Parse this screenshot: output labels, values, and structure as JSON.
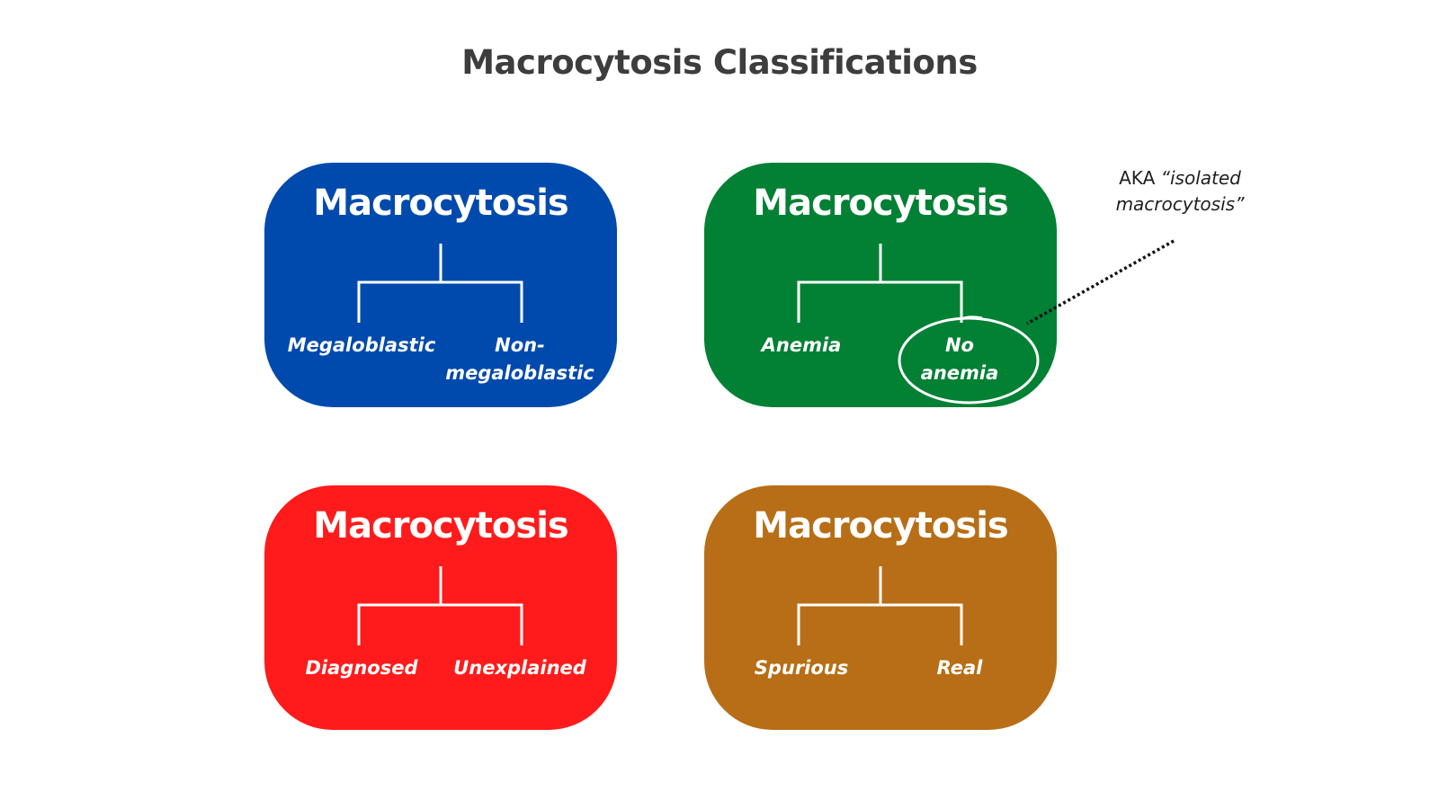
{
  "title": "Macrocytosis Classifications",
  "cards": [
    {
      "heading": "Macrocytosis",
      "left_label": "Megaloblastic",
      "right_label": "Non-\nmegaloblastic",
      "color": "#004AAD"
    },
    {
      "heading": "Macrocytosis",
      "left_label": "Anemia",
      "right_label": "No\nanemia",
      "color": "#028034"
    },
    {
      "heading": "Macrocytosis",
      "left_label": "Diagnosed",
      "right_label": "Unexplained",
      "color": "#FF1B1B"
    },
    {
      "heading": "Macrocytosis",
      "left_label": "Spurious",
      "right_label": "Real",
      "color": "#B76E16"
    }
  ],
  "annotation": {
    "prefix": "AKA",
    "quote": "“isolated\nmacrocytosis”"
  }
}
